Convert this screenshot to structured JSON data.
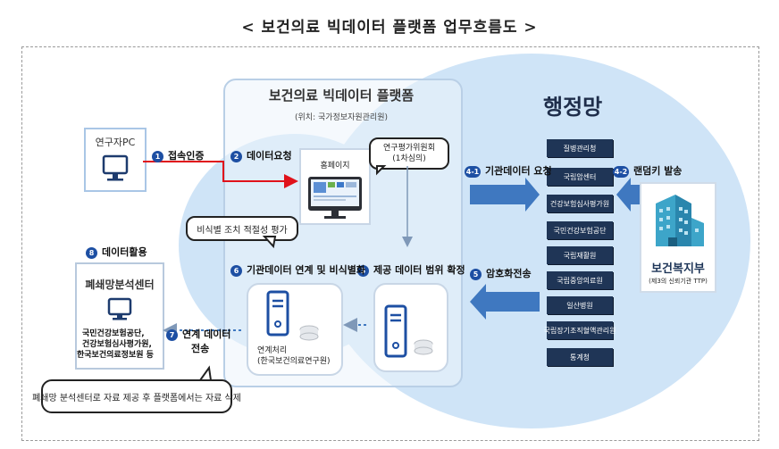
{
  "title": "< 보건의료 빅데이터 플랫폼 업무흐름도 >",
  "platform": {
    "title": "보건의료 빅데이터 플랫폼",
    "location": "(위치: 국가정보자원관리원)",
    "homepage_label": "홈페이지",
    "review_committee_line1": "연구평가위원회",
    "review_committee_line2": "(1차심의)",
    "linkage_label_line1": "연계처리",
    "linkage_label_line2": "(한국보건의료연구원)"
  },
  "researcher_pc": "연구자PC",
  "closed_center": {
    "title": "폐쇄망분석센터",
    "orgs_line1": "국민건강보험공단,",
    "orgs_line2": "건강보험심사평가원,",
    "orgs_line3": "한국보건의료정보원 등"
  },
  "government": {
    "title": "행정망",
    "orgs": [
      "질병관리청",
      "국립암센터",
      "건강보험심사평가원",
      "국민건강보험공단",
      "국립재활원",
      "국립중앙의료원",
      "일산병원",
      "국립장기조직혈액관리원",
      "통계청"
    ]
  },
  "ministry": {
    "title": "보건복지부",
    "sub": "(제3의 신뢰기관 TTP)"
  },
  "steps": {
    "s1": {
      "num": "1",
      "label": "접속인증"
    },
    "s2": {
      "num": "2",
      "label": "데이터요청"
    },
    "s3": {
      "num": "3",
      "label": "제공 데이터 범위 확정"
    },
    "s4_1": {
      "num": "4-1",
      "label": "기관데이터 요청"
    },
    "s4_2": {
      "num": "4-2",
      "label": "랜덤키 발송"
    },
    "s5": {
      "num": "5",
      "label": "암호화전송"
    },
    "s6": {
      "num": "6",
      "label": "기관데이터 연계 및 비식별화"
    },
    "s7": {
      "num": "7",
      "label_line1": "연계 데이터",
      "label_line2": "전송"
    },
    "s8": {
      "num": "8",
      "label": "데이터활용"
    }
  },
  "callouts": {
    "deid": "비식별 조치 적절성 평가",
    "deletion": "폐쇄망 분석센터로 자료 제공 후 플랫폼에서는 자료 삭제"
  },
  "colors": {
    "background_blob": "#cfe4f7",
    "step_badge": "#1d4fa3",
    "org_box": "#1f3556",
    "arrow_red": "#e0121b",
    "arrow_blue": "#3f78c0",
    "box_border": "#a9c6e6"
  }
}
